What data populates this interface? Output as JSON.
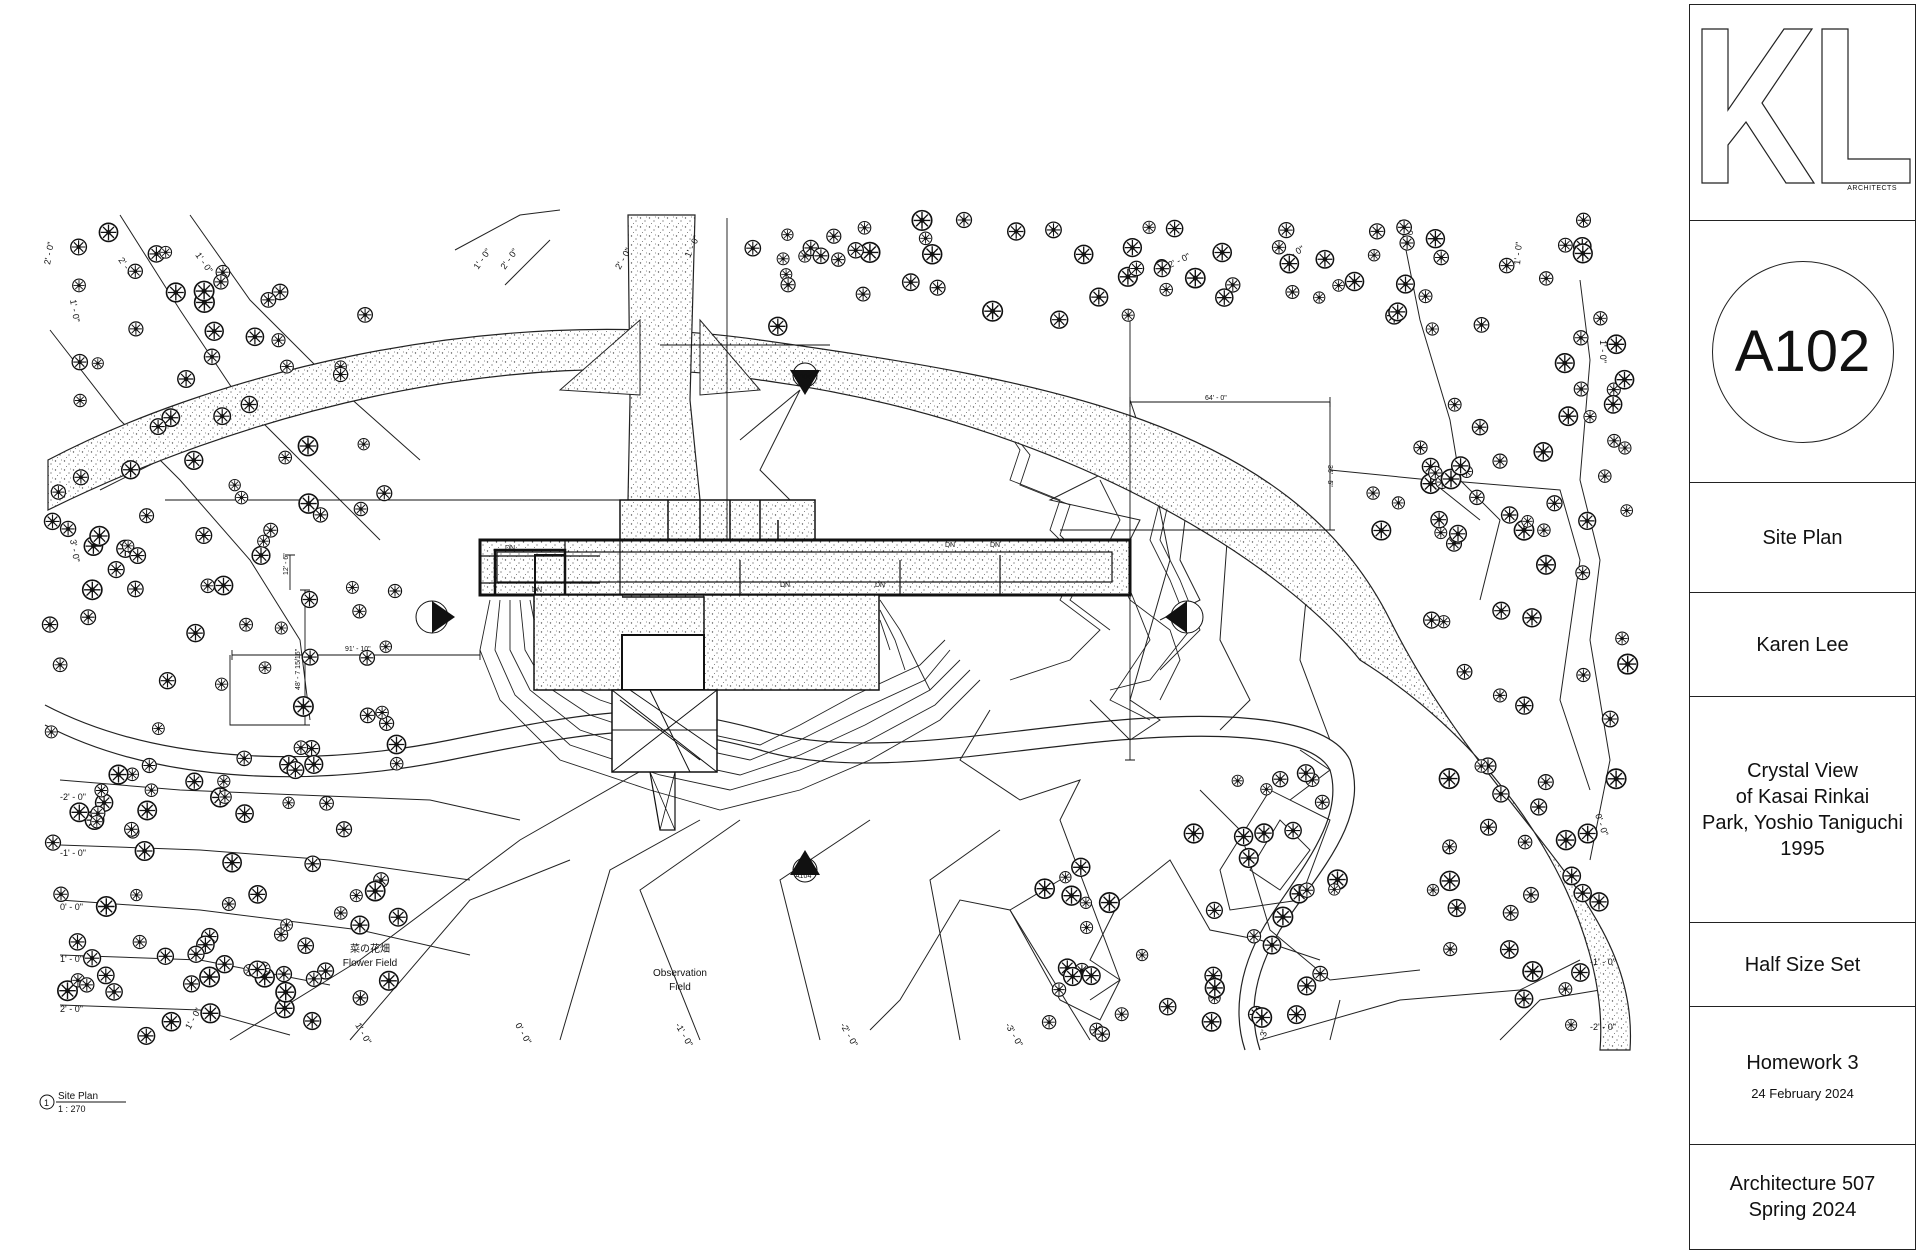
{
  "titleblock": {
    "logo_text": "KL",
    "logo_sub": "ARCHITECTS",
    "sheet_number": "A102",
    "sheet_title": "Site Plan",
    "author": "Karen Lee",
    "project_lines": [
      "Crystal View",
      "of Kasai Rinkai",
      "Park, Yoshio Taniguchi",
      "1995"
    ],
    "set_name": "Half Size Set",
    "assignment": "Homework 3",
    "date": "24  February 2024",
    "course_lines": [
      "Architecture 507",
      "Spring 2024"
    ]
  },
  "drawing": {
    "contour_labels": [
      "2' - 0\"",
      "2' - 0\"",
      "1' - 0\"",
      "1' - 0\"",
      "2' - 0\"",
      "2' - 0\"",
      "1' - 0\"",
      "2' - 0\"",
      "1' - 0\"",
      "3' - 0\"",
      "1' - 0\"",
      "-2' - 0\"",
      "-1' - 0\"",
      "0' - 0\"",
      "1' - 0\"",
      "2' - 0\"",
      "1' - 0\"",
      "0' - 0\"",
      "-1' - 0\"",
      "-2' - 0\"",
      "-3' - 0\"",
      "-3' - 0\"",
      "-2' - 0\"",
      "-1' - 0\"",
      "0' - 0\"",
      "1' - 0\"",
      "1' - 0\"",
      "3' - 0\"",
      "1' - 0\""
    ],
    "dimensions": [
      "91' - 10\"",
      "48' - 7 15/16\"",
      "64' - 0\"",
      "36' - 5\"",
      "12' - 6\""
    ],
    "section_marks": [
      "A104",
      "A104"
    ],
    "annotations": [
      "DN",
      "DN",
      "DN",
      "DN",
      "DN",
      "DN"
    ],
    "area_labels": [
      {
        "lines": [
          "菜の花畑",
          "Flower Field"
        ]
      },
      {
        "lines": [
          "Observation",
          "Field"
        ]
      }
    ],
    "view_title": {
      "number": "1",
      "name": "Site Plan",
      "scale": "1 : 270"
    }
  },
  "colors": {
    "line": "#111111",
    "paper": "#ffffff",
    "hatch": "#444444"
  }
}
